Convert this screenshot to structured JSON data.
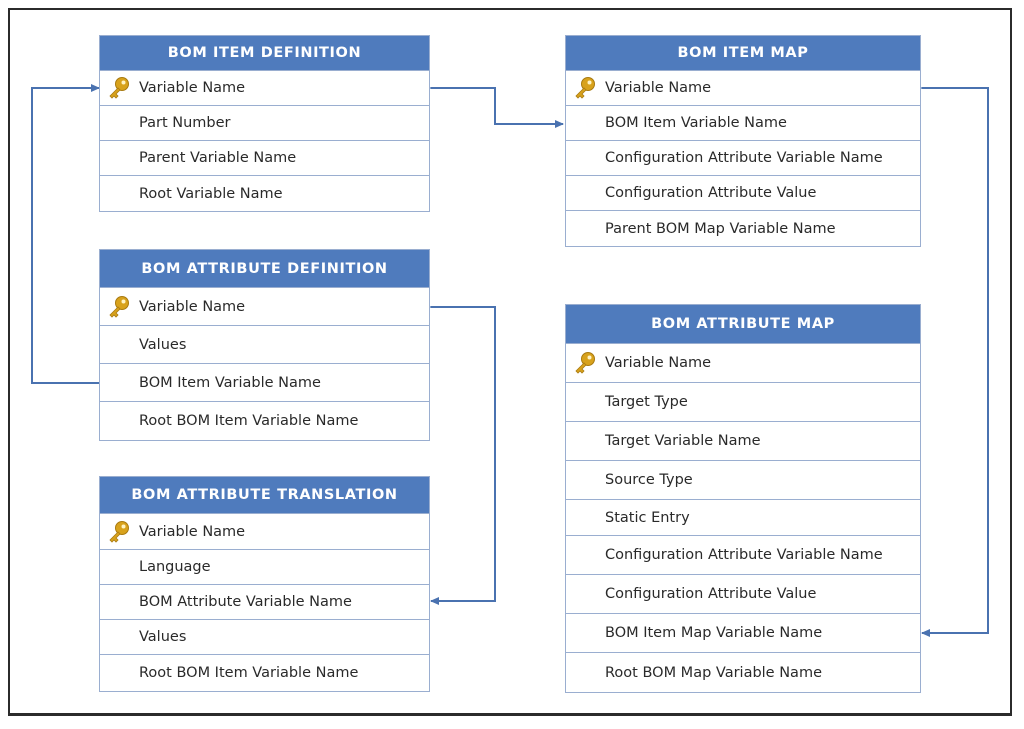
{
  "tables": {
    "bom_item_definition": {
      "title": "BOM ITEM DEFINITION",
      "rows": [
        "Variable Name",
        "Part Number",
        "Parent Variable Name",
        "Root Variable Name"
      ]
    },
    "bom_attribute_definition": {
      "title": "BOM ATTRIBUTE DEFINITION",
      "rows": [
        "Variable Name",
        "Values",
        "BOM Item Variable Name",
        "Root BOM Item Variable Name"
      ]
    },
    "bom_attribute_translation": {
      "title": "BOM ATTRIBUTE TRANSLATION",
      "rows": [
        "Variable Name",
        "Language",
        "BOM Attribute Variable Name",
        "Values",
        "Root BOM Item Variable Name"
      ]
    },
    "bom_item_map": {
      "title": "BOM ITEM MAP",
      "rows": [
        "Variable Name",
        "BOM Item Variable Name",
        "Configuration Attribute Variable Name",
        "Configuration Attribute Value",
        "Parent BOM Map Variable Name"
      ]
    },
    "bom_attribute_map": {
      "title": "BOM ATTRIBUTE MAP",
      "rows": [
        "Variable Name",
        "Target Type",
        "Target Variable Name",
        "Source Type",
        "Static Entry",
        "Configuration Attribute Variable Name",
        "Configuration Attribute Value",
        "BOM Item Map Variable Name",
        "Root BOM Map Variable Name"
      ]
    }
  },
  "colors": {
    "header_fill": "#4f7bbd",
    "header_text": "#ffffff",
    "row_border": "#9aaed0",
    "connector": "#4a72b0",
    "key_icon": "#d8a21c"
  },
  "icons": {
    "primary_key": "key-icon"
  }
}
